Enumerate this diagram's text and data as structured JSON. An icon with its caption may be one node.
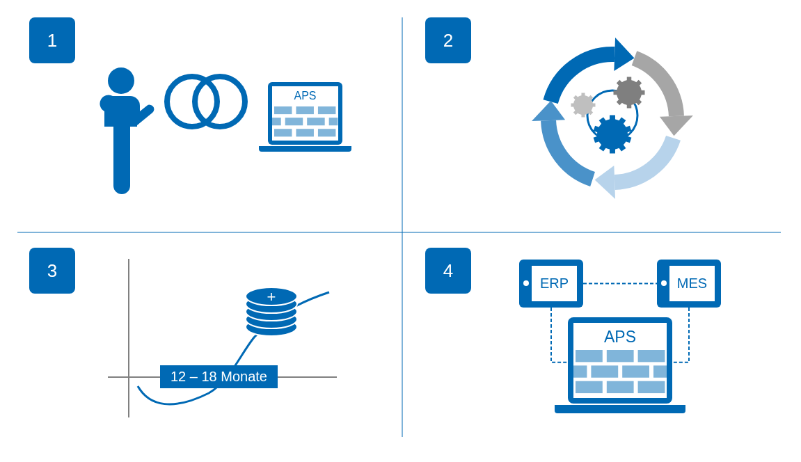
{
  "diagram": {
    "nodes": [
      {
        "text": [
          "1"
        ]
      },
      {
        "text": [
          "APS"
        ]
      },
      {
        "text": [
          "2"
        ]
      },
      {
        "text": [
          "3"
        ]
      },
      {
        "text": [
          "+"
        ]
      },
      {
        "text": [
          "12 – 18 Monate"
        ]
      },
      {
        "text": [
          "4"
        ]
      },
      {
        "text": [
          "ERP"
        ]
      },
      {
        "text": [
          "MES"
        ]
      },
      {
        "text": [
          "APS"
        ]
      }
    ],
    "edges": [
      {
        "from": 7,
        "to": 8,
        "arrow": "none",
        "style": "dashed"
      },
      {
        "from": 7,
        "to": 9,
        "arrow": "none",
        "style": "dashed"
      },
      {
        "from": 8,
        "to": 9,
        "arrow": "none",
        "style": "dashed"
      }
    ]
  }
}
